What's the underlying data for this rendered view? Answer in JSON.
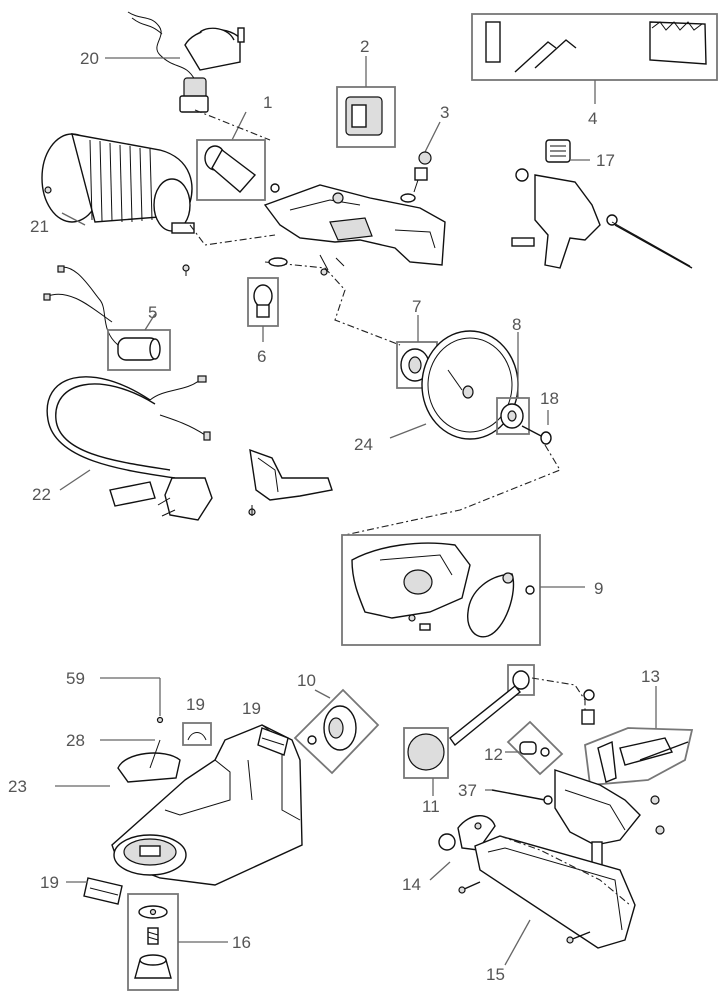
{
  "diagram": {
    "callouts": [
      {
        "id": "c1",
        "text": "1"
      },
      {
        "id": "c2",
        "text": "2"
      },
      {
        "id": "c3",
        "text": "3"
      },
      {
        "id": "c4",
        "text": "4"
      },
      {
        "id": "c5",
        "text": "5"
      },
      {
        "id": "c6",
        "text": "6"
      },
      {
        "id": "c7",
        "text": "7"
      },
      {
        "id": "c8",
        "text": "8"
      },
      {
        "id": "c9",
        "text": "9"
      },
      {
        "id": "c10",
        "text": "10"
      },
      {
        "id": "c11",
        "text": "11"
      },
      {
        "id": "c12",
        "text": "12"
      },
      {
        "id": "c13",
        "text": "13"
      },
      {
        "id": "c14",
        "text": "14"
      },
      {
        "id": "c15",
        "text": "15"
      },
      {
        "id": "c16",
        "text": "16"
      },
      {
        "id": "c17",
        "text": "17"
      },
      {
        "id": "c18",
        "text": "18"
      },
      {
        "id": "c19a",
        "text": "19"
      },
      {
        "id": "c19b",
        "text": "19"
      },
      {
        "id": "c19c",
        "text": "19"
      },
      {
        "id": "c20",
        "text": "20"
      },
      {
        "id": "c21",
        "text": "21"
      },
      {
        "id": "c22",
        "text": "22"
      },
      {
        "id": "c23",
        "text": "23"
      },
      {
        "id": "c24",
        "text": "24"
      },
      {
        "id": "c28",
        "text": "28"
      },
      {
        "id": "c37",
        "text": "37"
      },
      {
        "id": "c59",
        "text": "59"
      }
    ]
  },
  "colors": {
    "line": "#111111",
    "label": "#555555",
    "box": "#777777"
  }
}
